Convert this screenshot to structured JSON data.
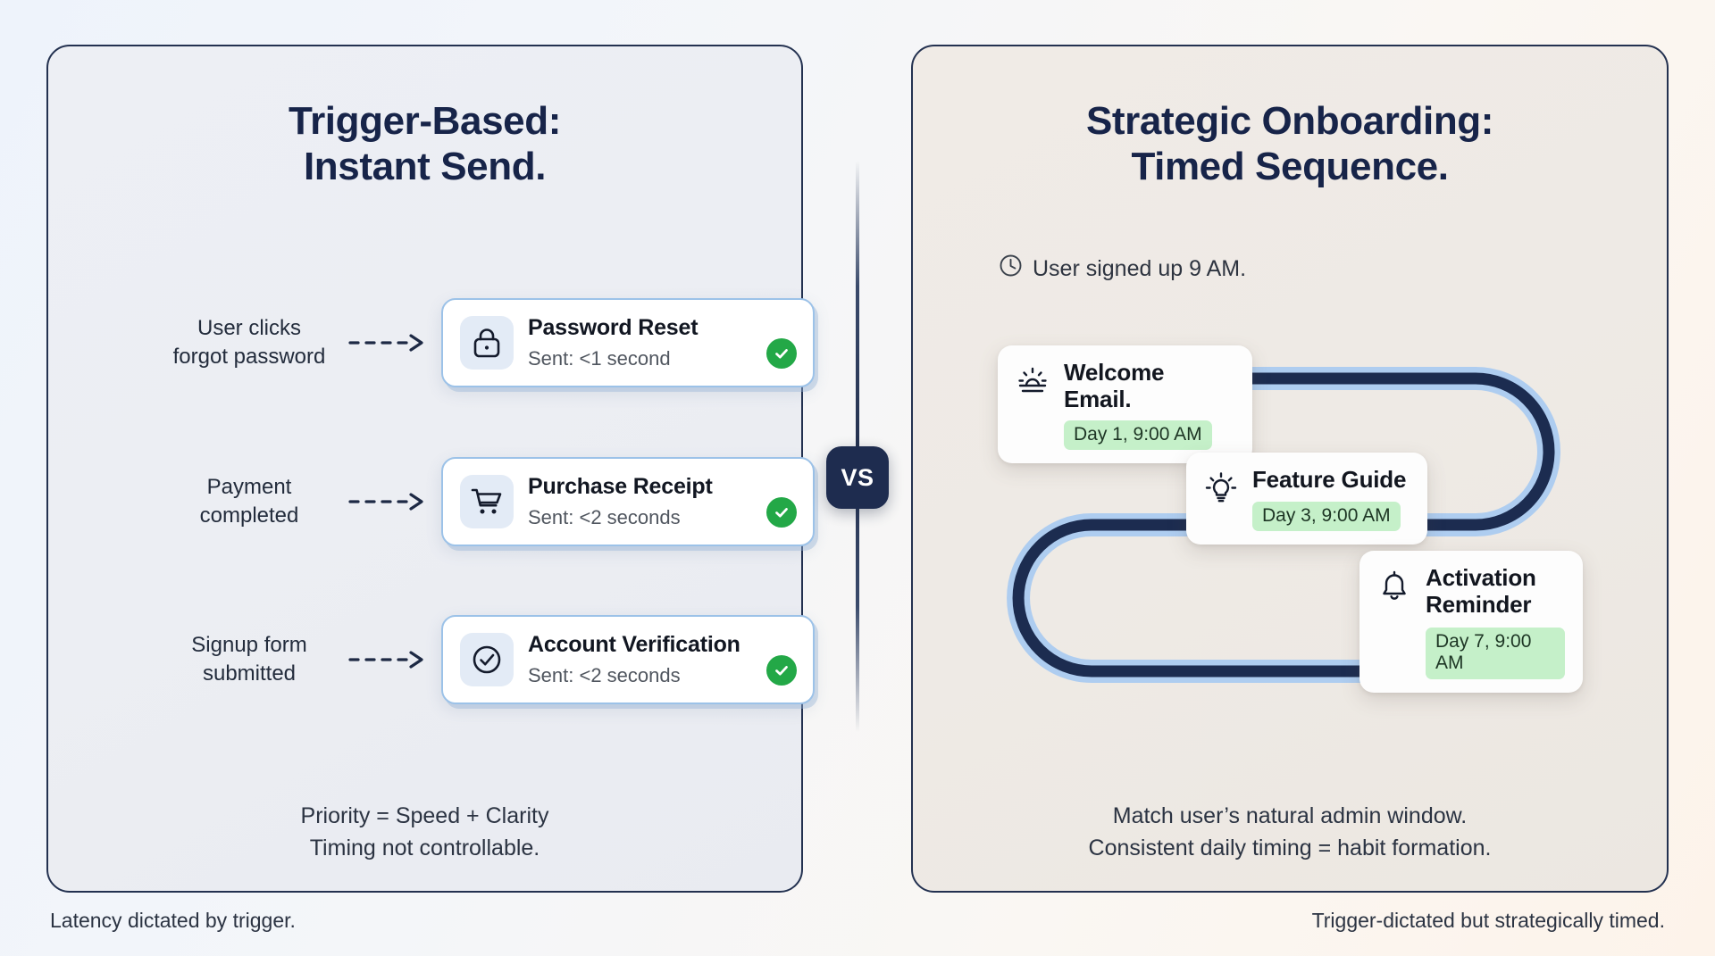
{
  "left_panel": {
    "title_line1": "Trigger-Based:",
    "title_line2": "Instant Send.",
    "triggers": [
      {
        "label_line1": "User clicks",
        "label_line2": "forgot password",
        "arrow_icon": "dashed-arrow-icon",
        "card": {
          "icon": "lock-icon",
          "title": "Password Reset",
          "status": "Sent: <1 second",
          "check_icon": "check-circle-icon"
        }
      },
      {
        "label_line1": "Payment",
        "label_line2": "completed",
        "arrow_icon": "dashed-arrow-icon",
        "card": {
          "icon": "shopping-cart-icon",
          "title": "Purchase Receipt",
          "status": "Sent: <2 seconds",
          "check_icon": "check-circle-icon"
        }
      },
      {
        "label_line1": "Signup form",
        "label_line2": "submitted",
        "arrow_icon": "dashed-arrow-icon",
        "card": {
          "icon": "check-circle-outline-icon",
          "title": "Account Verification",
          "status": "Sent: <2 seconds",
          "check_icon": "check-circle-icon"
        }
      }
    ],
    "footer_line1": "Priority = Speed + Clarity",
    "footer_line2": "Timing not controllable.",
    "caption": "Latency dictated by trigger."
  },
  "right_panel": {
    "title_line1": "Strategic Onboarding:",
    "title_line2": "Timed Sequence.",
    "signup_note": {
      "icon": "clock-icon",
      "text": "User signed up 9 AM."
    },
    "sequence": [
      {
        "icon": "sunrise-icon",
        "title": "Welcome Email.",
        "badge": "Day 1, 9:00 AM"
      },
      {
        "icon": "lightbulb-icon",
        "title": "Feature Guide",
        "badge": "Day 3, 9:00 AM"
      },
      {
        "icon": "bell-icon",
        "title": "Activation Reminder",
        "badge": "Day 7, 9:00 AM"
      }
    ],
    "footer_line1": "Match user’s natural admin window.",
    "footer_line2": "Consistent daily timing = habit formation.",
    "caption": "Trigger-dictated but strategically timed."
  },
  "divider": {
    "vs_label": "VS"
  },
  "colors": {
    "navy": "#172449",
    "card_border_blue": "#9cc2e8",
    "icon_tile_blue": "#e3ebf6",
    "check_green": "#23a847",
    "badge_green_bg": "#c5f0c9",
    "path_dark": "#1c2c50",
    "path_light": "#aecdf0",
    "left_panel_bg": "#eceef3",
    "right_panel_bg": "#eeeae5"
  }
}
